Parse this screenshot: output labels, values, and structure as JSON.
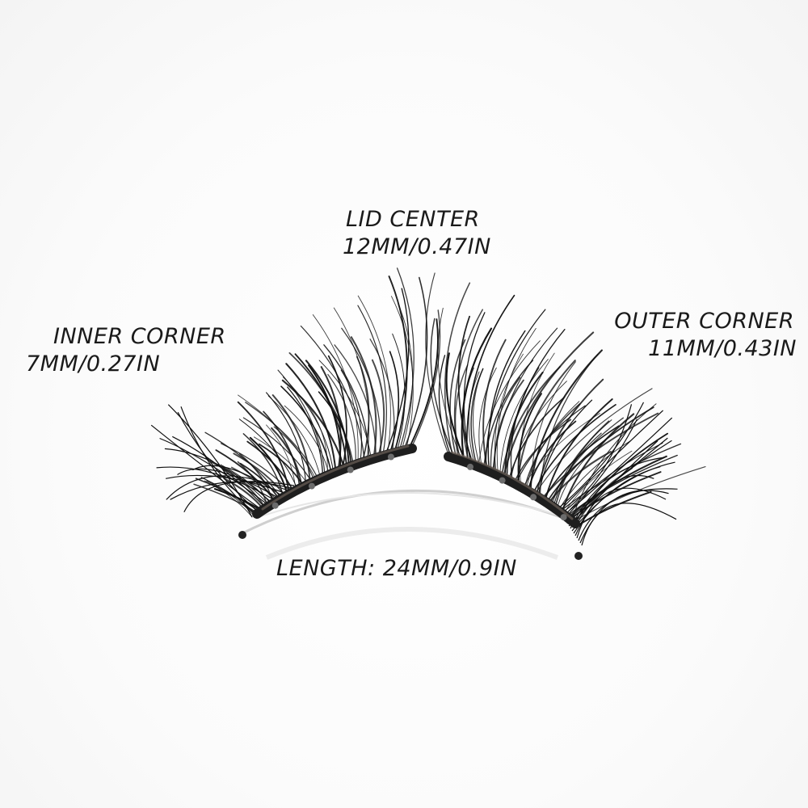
{
  "labels": {
    "lid_center": {
      "title": "LID CENTER",
      "value": "12MM/0.47IN"
    },
    "inner_corner": {
      "title": "INNER CORNER",
      "value": "7MM/0.27IN"
    },
    "outer_corner": {
      "title": "OUTER CORNER",
      "value": "11MM/0.43IN"
    },
    "length": "LENGTH: 24MM/0.9IN"
  },
  "colors": {
    "text": "#1a1a1a",
    "lash": "#111111",
    "band": "#2a2a2a",
    "magnet": "#6b6b6b",
    "background": "#ffffff"
  }
}
